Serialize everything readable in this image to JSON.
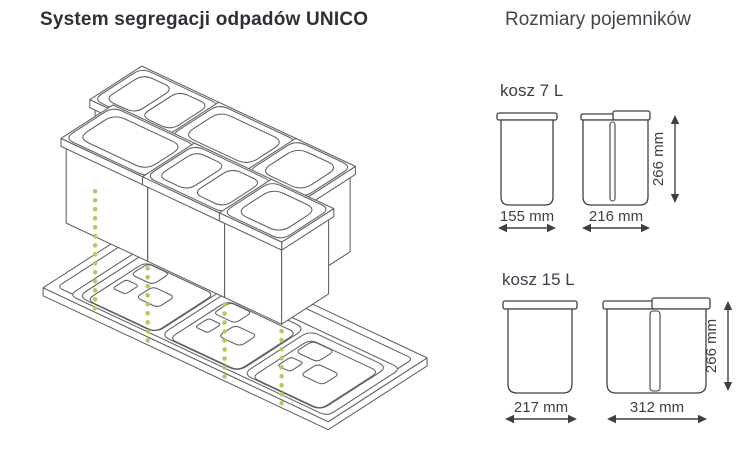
{
  "left": {
    "title": "System segregacji odpadów UNICO",
    "illustration": "isometric drawing of UNICO waste bins floating above a drawer tray insert with dotted alignment lines"
  },
  "right": {
    "title": "Rozmiary pojemników",
    "sections": [
      {
        "label": "kosz 7 L",
        "height_label": "266 mm",
        "containers": [
          {
            "type": "single",
            "width_label": "155 mm"
          },
          {
            "type": "double",
            "width_label": "216 mm"
          }
        ]
      },
      {
        "label": "kosz 15 L",
        "height_label": "266 mm",
        "containers": [
          {
            "type": "single",
            "width_label": "217 mm"
          },
          {
            "type": "double",
            "width_label": "312 mm"
          }
        ]
      }
    ]
  },
  "colors": {
    "text": "#3c4046",
    "line": "#5c6065",
    "accent_dots": "#bcc75b"
  }
}
